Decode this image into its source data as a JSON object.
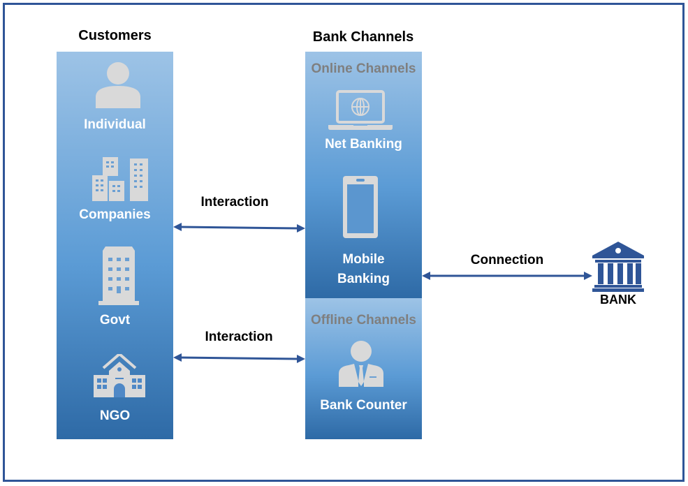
{
  "customers": {
    "title": "Customers",
    "items": [
      {
        "label": "Individual",
        "icon": "person-icon"
      },
      {
        "label": "Companies",
        "icon": "buildings-icon"
      },
      {
        "label": "Govt",
        "icon": "office-building-icon"
      },
      {
        "label": "NGO",
        "icon": "school-building-icon"
      }
    ]
  },
  "channels": {
    "title": "Bank Channels",
    "online": {
      "title": "Online Channels",
      "items": [
        {
          "label": "Net Banking",
          "icon": "laptop-globe-icon"
        },
        {
          "label": "Mobile Banking",
          "icon": "smartphone-icon"
        }
      ]
    },
    "offline": {
      "title": "Offline Channels",
      "items": [
        {
          "label": "Bank Counter",
          "icon": "bank-officer-icon"
        }
      ]
    }
  },
  "connectors": {
    "interaction_online": "Interaction",
    "interaction_offline": "Interaction",
    "connection": "Connection"
  },
  "bank": {
    "label": "BANK",
    "icon": "bank-building-icon"
  },
  "colors": {
    "frame": "#2F5597",
    "arrow": "#2F5597",
    "panel_top": "#9DC3E6",
    "panel_bottom": "#2E6AA6",
    "icon_gray": "#D9D9D9",
    "section_title_gray": "#7F7F7F"
  }
}
